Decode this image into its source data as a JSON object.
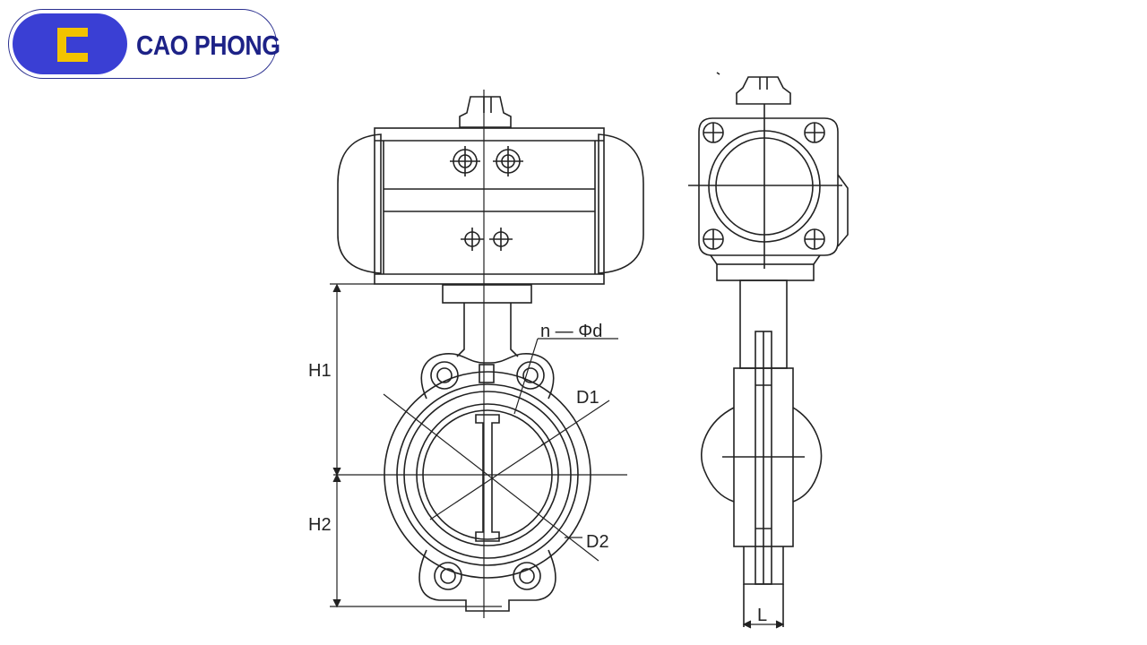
{
  "brand": {
    "name": "CAO PHONG",
    "badge_letter": "C",
    "badge_color": "#3a3fd4",
    "accent_color": "#f2c300",
    "text_color": "#1d2287"
  },
  "labels": {
    "bolt_hole": "n — Φd",
    "d1": "D1",
    "d2": "D2",
    "h1": "H1",
    "h2": "H2",
    "l": "L"
  }
}
